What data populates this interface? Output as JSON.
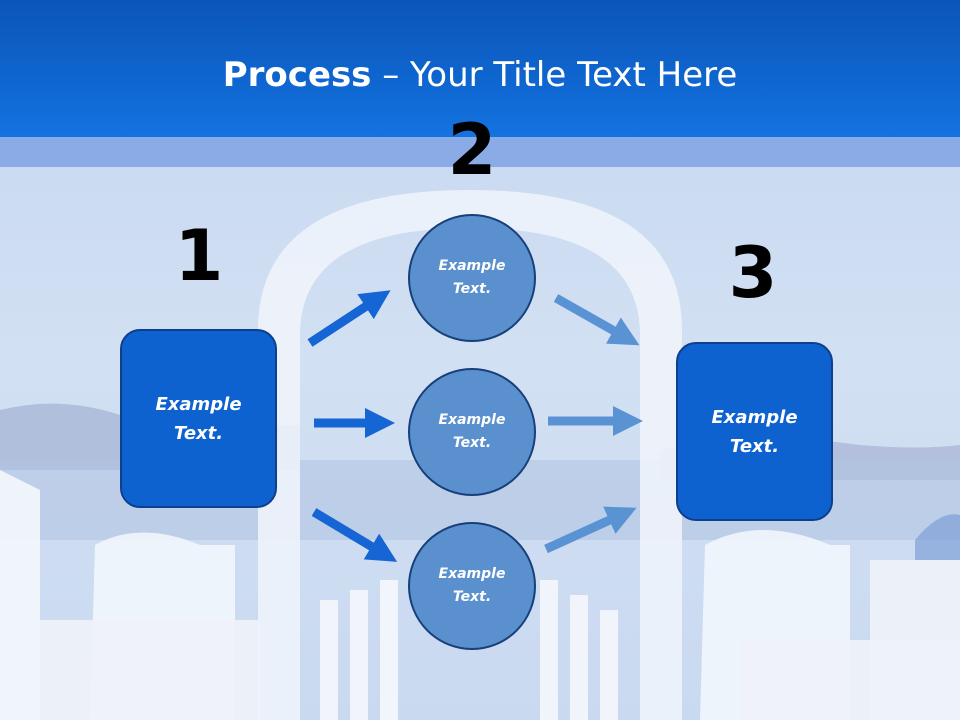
{
  "title": {
    "bold": "Process",
    "rest": " – Your Title Text Here"
  },
  "steps": [
    {
      "number": "1",
      "label": "Example Text."
    },
    {
      "number": "2",
      "label": "Example Text.",
      "circles": [
        "Example Text.",
        "Example Text.",
        "Example Text."
      ]
    },
    {
      "number": "3",
      "label": "Example Text."
    }
  ],
  "colors": {
    "header": "#0f66d0",
    "box_fill": "#0e62cf",
    "circle_fill": "#5b90cf",
    "arrow_dark": "#1665d4",
    "arrow_light": "#5a93d4"
  }
}
